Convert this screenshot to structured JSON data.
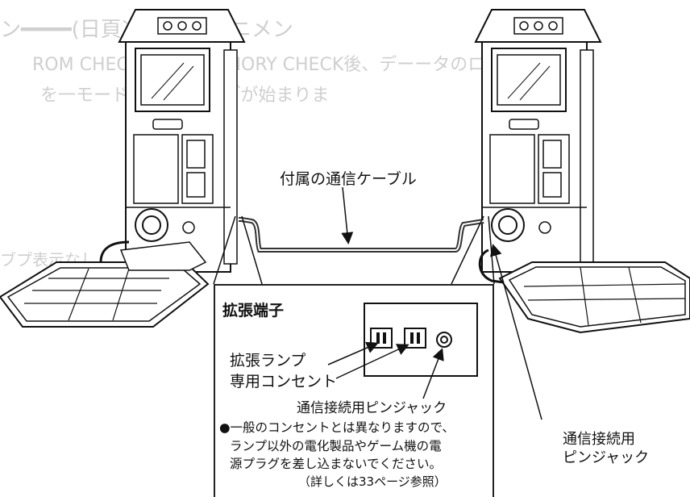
{
  "cable_label": "付属の通信ケーブル",
  "panel": {
    "title": "拡張端子",
    "lamp_outlet_line1": "拡張ランプ",
    "lamp_outlet_line2": "専用コンセント",
    "pin_jack_label": "通信接続用ピンジャック",
    "warning_line1": "●一般のコンセントとは異なりますので、",
    "warning_line2": "ランプ以外の電化製品やゲーム機の電",
    "warning_line3": "源プラグを差し込まないでください。",
    "warning_line4": "（詳しくは33ページ参照）"
  },
  "right_label_line1": "通信接続用",
  "right_label_line2": "ピンジャック",
  "background_bleed": {
    "line1": "ン━━━━(日頁次)━━━ーュニメン",
    "line2": "ROM CHECKおよび MEMORY CHECK後、デーータのロー",
    "line3": "を一モードエー ームデブが始まりま",
    "line4": "ブプ表示なし"
  },
  "icons": [
    "cabinet-left-icon",
    "cabinet-right-icon",
    "dance-pad-icon",
    "ac-outlet-icon",
    "pin-jack-icon",
    "arrow-icon"
  ]
}
